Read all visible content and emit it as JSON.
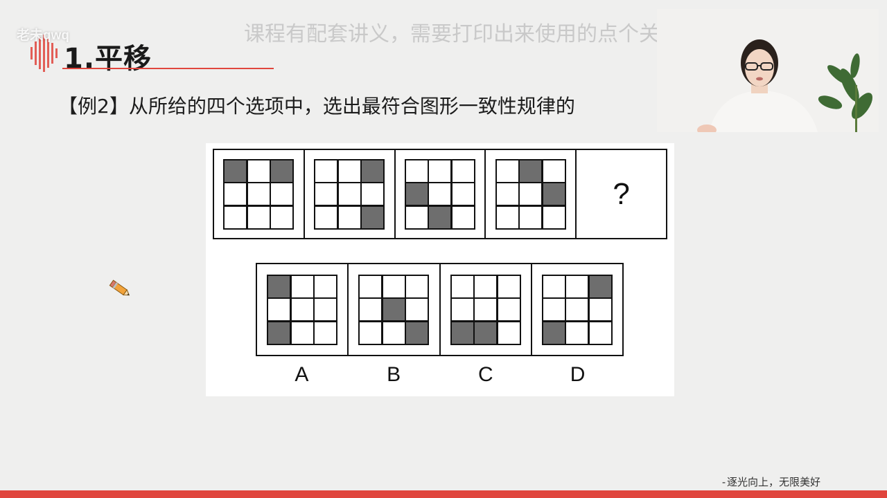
{
  "watermark": "老未qwq",
  "banner_text": "课程有配套讲义，需要打印出来使用的点个关注领电子版",
  "section_title": "1.平移",
  "question_text": "【例2】从所给的四个选项中，选出最符合图形一致性规律的",
  "puzzle": {
    "question_mark": "?",
    "sequence": [
      [
        1,
        0,
        1,
        0,
        0,
        0,
        0,
        0,
        0
      ],
      [
        0,
        0,
        1,
        0,
        0,
        0,
        0,
        0,
        1
      ],
      [
        0,
        0,
        0,
        1,
        0,
        0,
        0,
        1,
        0
      ],
      [
        0,
        1,
        0,
        0,
        0,
        1,
        0,
        0,
        0
      ]
    ],
    "options": [
      {
        "label": "A",
        "cells": [
          1,
          0,
          0,
          0,
          0,
          0,
          1,
          0,
          0
        ]
      },
      {
        "label": "B",
        "cells": [
          0,
          0,
          0,
          0,
          1,
          0,
          0,
          0,
          1
        ]
      },
      {
        "label": "C",
        "cells": [
          0,
          0,
          0,
          0,
          0,
          0,
          1,
          1,
          0
        ]
      },
      {
        "label": "D",
        "cells": [
          0,
          0,
          1,
          0,
          0,
          0,
          1,
          0,
          0
        ]
      }
    ]
  },
  "footer_motto": "-逐光向上，无限美好",
  "colors": {
    "accent": "#e0453d",
    "filled_cell": "#6e6e6e",
    "background": "#efefee"
  },
  "icons": [
    "logo-icon",
    "pencil-icon"
  ]
}
